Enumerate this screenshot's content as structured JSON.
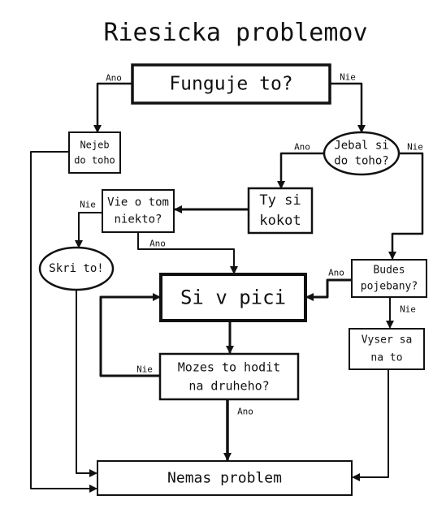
{
  "title": "Riesicka problemov",
  "nodes": {
    "funguje": {
      "lines": [
        "Funguje to?"
      ]
    },
    "nejeb": {
      "lines": [
        "Nejeb",
        "do toho"
      ]
    },
    "jebal": {
      "lines": [
        "Jebal si",
        "do toho?"
      ]
    },
    "tysi": {
      "lines": [
        "Ty si",
        "kokot"
      ]
    },
    "vieotom": {
      "lines": [
        "Vie o tom",
        "niekto?"
      ]
    },
    "skri": {
      "lines": [
        "Skri to!"
      ]
    },
    "sivpici": {
      "lines": [
        "Si v pici"
      ]
    },
    "budes": {
      "lines": [
        "Budes",
        "pojebany?"
      ]
    },
    "vyser": {
      "lines": [
        "Vyser sa",
        "na to"
      ]
    },
    "mozes": {
      "lines": [
        "Mozes to hodit",
        "na druheho?"
      ]
    },
    "nemas": {
      "lines": [
        "Nemas problem"
      ]
    }
  },
  "edge_labels": {
    "funguje_ano": "Ano",
    "funguje_nie": "Nie",
    "jebal_ano": "Ano",
    "jebal_nie": "Nie",
    "vie_nie": "Nie",
    "vie_ano": "Ano",
    "budes_ano": "Ano",
    "budes_nie": "Nie",
    "mozes_nie": "Nie",
    "mozes_ano": "Ano"
  }
}
